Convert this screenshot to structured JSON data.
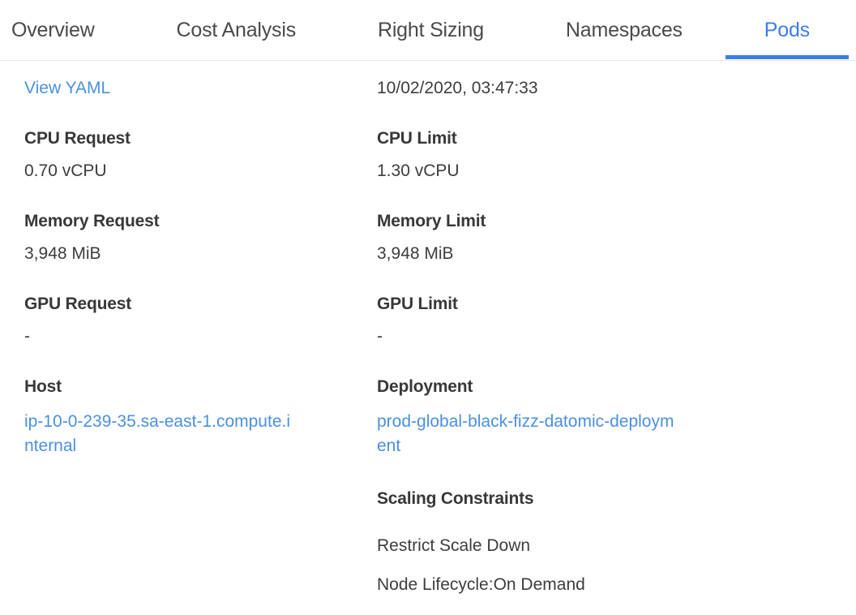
{
  "colors": {
    "accent": "#3b7ded",
    "link": "#4a90e2",
    "divider": "#e9e9e9",
    "label_text": "#383838",
    "value_text": "#3d3d3d"
  },
  "tabs": [
    {
      "label": "Overview",
      "active": false
    },
    {
      "label": "Cost Analysis",
      "active": false
    },
    {
      "label": "Right Sizing",
      "active": false
    },
    {
      "label": "Namespaces",
      "active": false
    },
    {
      "label": "Pods",
      "active": true
    }
  ],
  "detail": {
    "view_yaml_label": "View YAML",
    "timestamp": "10/02/2020, 03:47:33",
    "left_fields": [
      {
        "label": "CPU Request",
        "value": "0.70 vCPU"
      },
      {
        "label": "Memory Request",
        "value": "3,948 MiB"
      },
      {
        "label": "GPU Request",
        "value": "-"
      },
      {
        "label": "Host",
        "value": "ip-10-0-239-35.sa-east-1.compute.internal"
      }
    ],
    "right_fields": [
      {
        "label": "CPU Limit",
        "value": "1.30 vCPU"
      },
      {
        "label": "Memory Limit",
        "value": "3,948 MiB"
      },
      {
        "label": "GPU Limit",
        "value": "-"
      },
      {
        "label": "Deployment",
        "value": "prod-global-black-fizz-datomic-deployment"
      }
    ],
    "scaling": {
      "title": "Scaling Constraints",
      "items": [
        "Restrict Scale Down",
        "Node Lifecycle:On Demand"
      ]
    }
  }
}
